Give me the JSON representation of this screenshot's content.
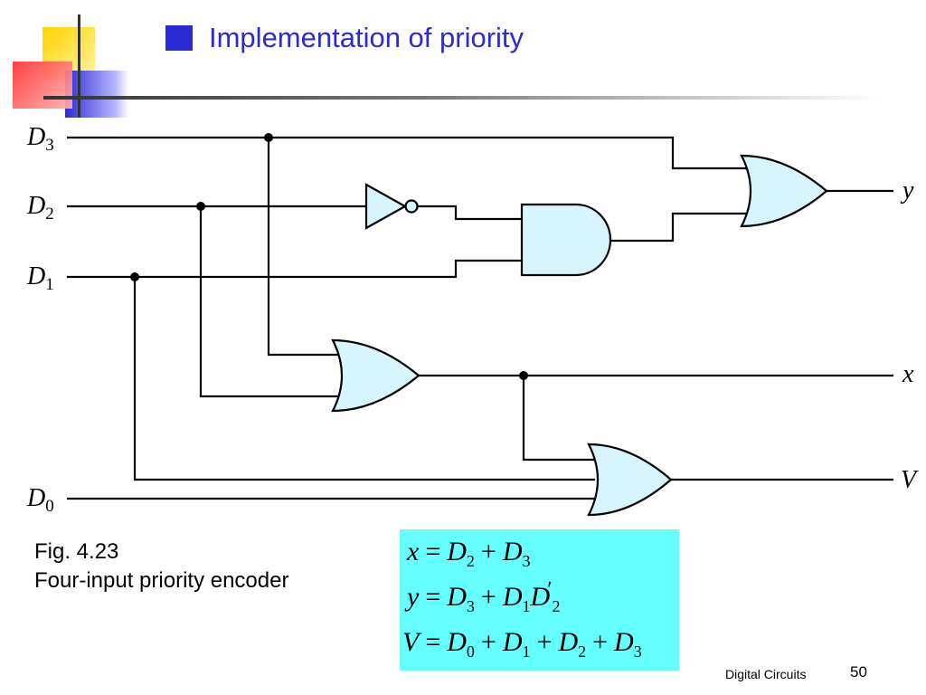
{
  "slide": {
    "title": "Implementation of priority",
    "accent_color": "#2b2bd6"
  },
  "circuit": {
    "inputs": [
      "D3",
      "D2",
      "D1",
      "D0"
    ],
    "outputs": [
      "y",
      "x",
      "V"
    ],
    "input_labels": {
      "D3": {
        "letter": "D",
        "sub": "3"
      },
      "D2": {
        "letter": "D",
        "sub": "2"
      },
      "D1": {
        "letter": "D",
        "sub": "1"
      },
      "D0": {
        "letter": "D",
        "sub": "0"
      }
    },
    "output_labels": {
      "y": "y",
      "x": "x",
      "V": "V"
    },
    "gates": [
      "NOT",
      "AND",
      "OR",
      "OR",
      "OR"
    ],
    "gate_fill": "#d6f5fc"
  },
  "caption": {
    "fig": "Fig. 4.23",
    "description": "Four-input priority encoder"
  },
  "equations": {
    "box_color": "#66ffff",
    "lines": [
      "x = D2 + D3",
      "y = D3 + D1D2′",
      "V = D0 + D1 + D2 + D3"
    ]
  },
  "footer": {
    "text": "Digital Circuits",
    "page": "50"
  }
}
